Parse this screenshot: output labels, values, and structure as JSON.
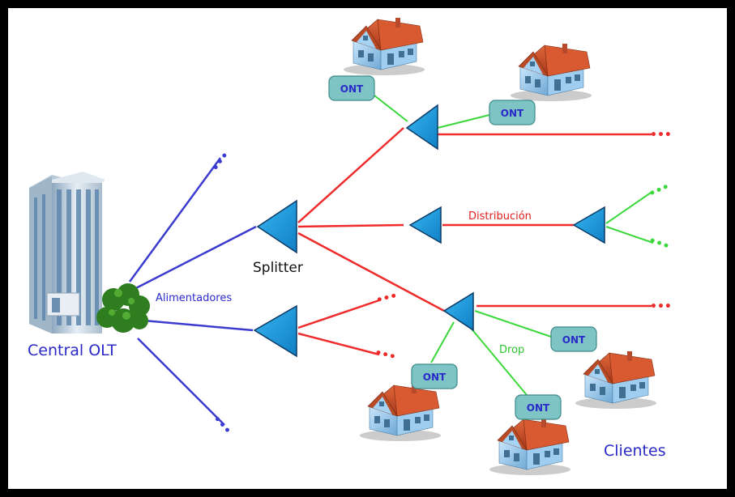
{
  "labels": {
    "central": "Central OLT",
    "splitter": "Splitter",
    "feeders": "Alimentadores",
    "distribution": "Distribución",
    "drop": "Drop",
    "clients": "Clientes"
  },
  "ont_labels": [
    "ONT",
    "ONT",
    "ONT",
    "ONT",
    "ONT"
  ],
  "continuation_marks": [
    "•••",
    "•••",
    "•••",
    "•••",
    "•••",
    "•••",
    "•••",
    "•••"
  ],
  "colors": {
    "feeder_line": "#3b3bd0",
    "distribution_line": "#ef2b2b",
    "drop_line": "#3ad83a",
    "splitter_fill": "#1e9be0",
    "ont_fill": "#7fc4c4",
    "text_blue": "#2a2ac8",
    "text_red": "#e02020",
    "text_green": "#2ec42e"
  }
}
